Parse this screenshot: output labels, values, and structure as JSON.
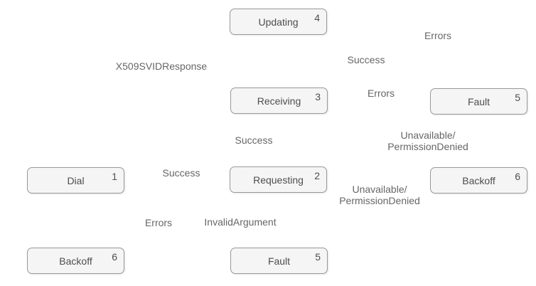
{
  "states": [
    {
      "label": "Updating",
      "number": "4"
    },
    {
      "label": "Receiving",
      "number": "3"
    },
    {
      "label": "Requesting",
      "number": "2"
    },
    {
      "label": "Dial",
      "number": "1"
    },
    {
      "label": "Fault",
      "number": "5"
    },
    {
      "label": "Backoff",
      "number": "6"
    },
    {
      "label": "Backoff",
      "number": "6"
    },
    {
      "label": "Fault",
      "number": "5"
    }
  ],
  "edge_labels": [
    {
      "text": "X509SVIDResponse"
    },
    {
      "text": "Errors"
    },
    {
      "text": "Success"
    },
    {
      "text": "Errors"
    },
    {
      "text": "Unavailable/\nPermissionDenied"
    },
    {
      "text": "Success"
    },
    {
      "text": "Success"
    },
    {
      "text": "Unavailable/\nPermissionDenied"
    },
    {
      "text": "Errors"
    },
    {
      "text": "InvalidArgument"
    }
  ],
  "colors": {
    "background": "#ffffff",
    "state_fill": "#f5f5f5",
    "state_border": "#999999",
    "state_text": "#4d4d4d",
    "label_text": "#666666"
  }
}
